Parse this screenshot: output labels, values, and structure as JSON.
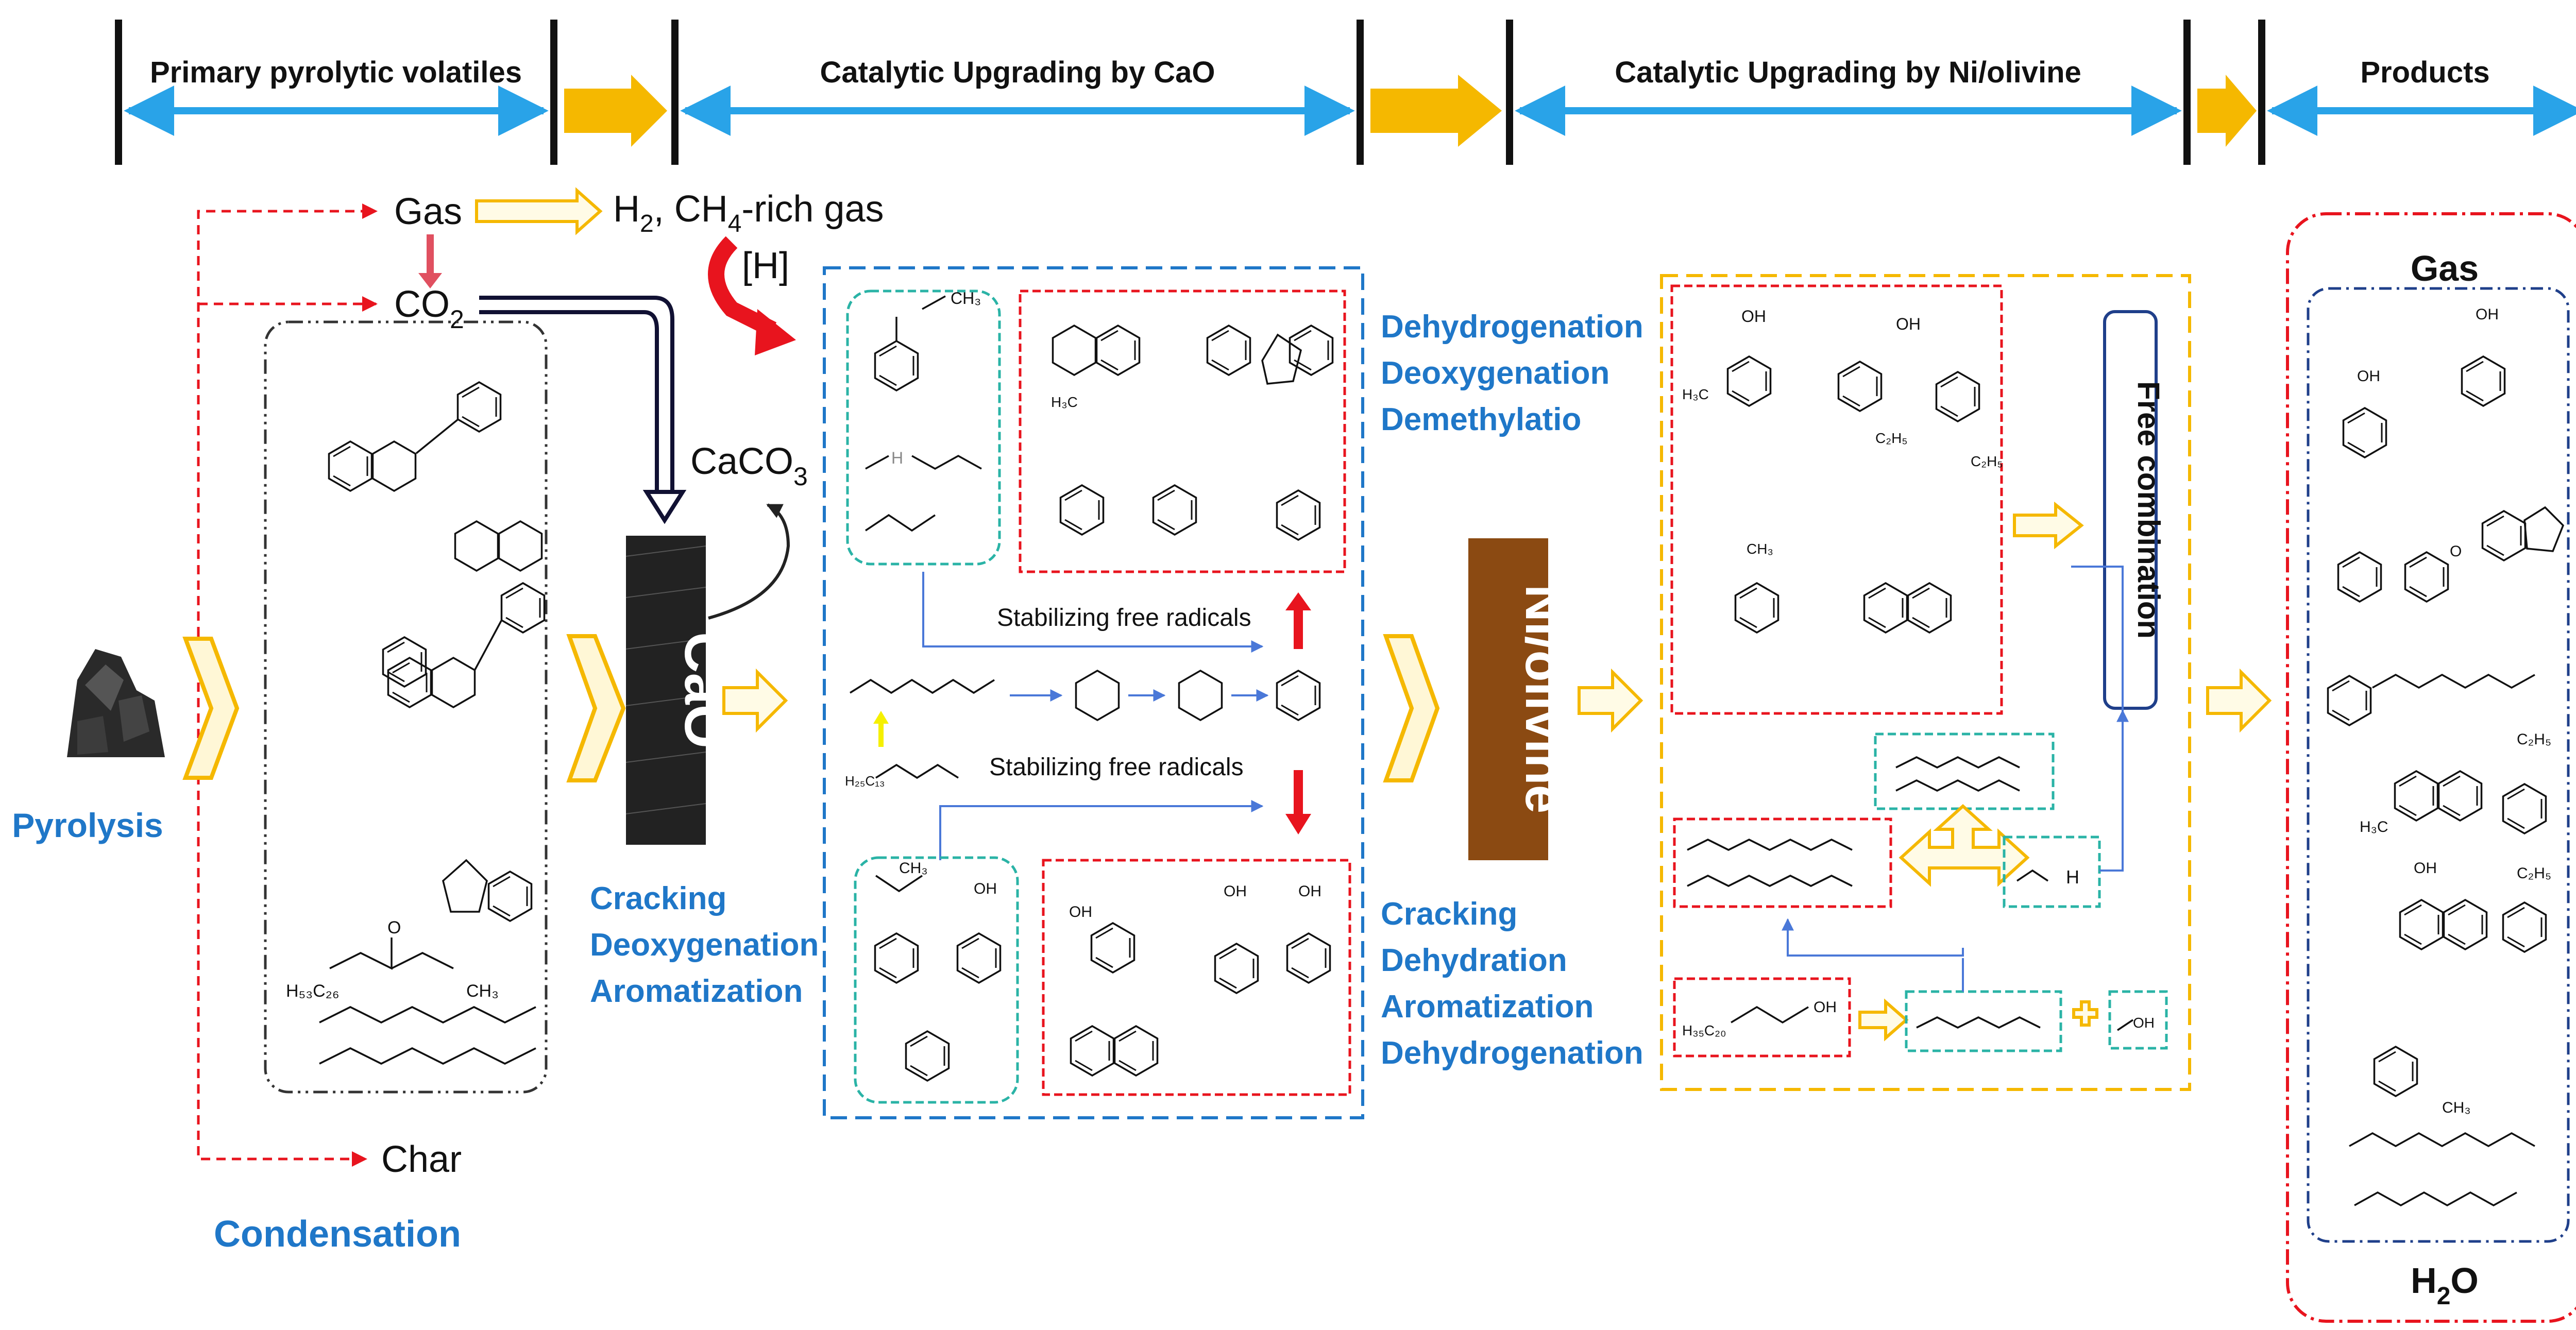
{
  "header": {
    "stages": [
      "Primary pyrolytic volatiles",
      "Catalytic Upgrading by CaO",
      "Catalytic Upgrading by Ni/olivine",
      "Products"
    ]
  },
  "pyrolysis": {
    "label": "Pyrolysis",
    "gas": "Gas",
    "co2_base": "CO",
    "co2_sub": "2",
    "char": "Char",
    "condensation": "Condensation",
    "h2_base": "H",
    "h2_sub": "2",
    "h2_rest_a": ", CH",
    "h2_sub2": "4",
    "h2_rest_b": "-rich gas",
    "h_label": "[H]",
    "caco3_base": "CaCO",
    "caco3_sub": "3",
    "volatile_labels": {
      "h53c26": "H₅₃C₂₆",
      "ch3": "CH₃",
      "o": "O"
    }
  },
  "cao": {
    "block_label": "CaO",
    "processes": [
      "Cracking",
      "Deoxygenation",
      "Aromatization"
    ]
  },
  "cao_box": {
    "upper_processes": [
      "Dehydrogenation",
      "Deoxygenation",
      "Demethylatio"
    ],
    "lower_processes": [
      "Cracking",
      "Dehydration",
      "Aromatization",
      "Dehydrogenation"
    ],
    "stabilizing_top": "Stabilizing free radicals",
    "stabilizing_bottom": "Stabilizing free radicals",
    "small_labels": {
      "ch3": "CH₃",
      "h": "H",
      "h3c": "H₃C",
      "oh": "OH",
      "ch3_b": "CH₃",
      "h25c13": "H₂₅C₁₃"
    }
  },
  "nickel": {
    "block_label": "Ni/olivine",
    "free_combination": "Free combination",
    "small_labels": {
      "oh": "OH",
      "h3c": "H₃C",
      "ch3": "CH₃",
      "c2h5": "C₂H₅",
      "h35c20": "H₃₅C₂₀",
      "h": "H"
    }
  },
  "products": {
    "gas": "Gas",
    "h2o_base": "H",
    "h2o_sub": "2",
    "h2o_rest": "O",
    "small_labels": {
      "oh": "OH",
      "ch3": "CH₃",
      "c2h5": "C₂H₅",
      "h3c": "H₃C",
      "o": "O"
    }
  },
  "colors": {
    "blue_text": "#1f77c8",
    "blue_arrow": "#29a3e8",
    "yellow": "#f5b800",
    "red_dash": "#e8141e",
    "teal_dash": "#2ab3a6",
    "dark_block": "#222222",
    "brown_block": "#8b4a12",
    "dark_blue_line": "#1f3f8a",
    "light_blue_line": "#4a78d8"
  },
  "icons": [
    "biomass-pile-icon",
    "chevron-arrow-icon",
    "block-arrow-icon",
    "double-arrow-icon"
  ]
}
